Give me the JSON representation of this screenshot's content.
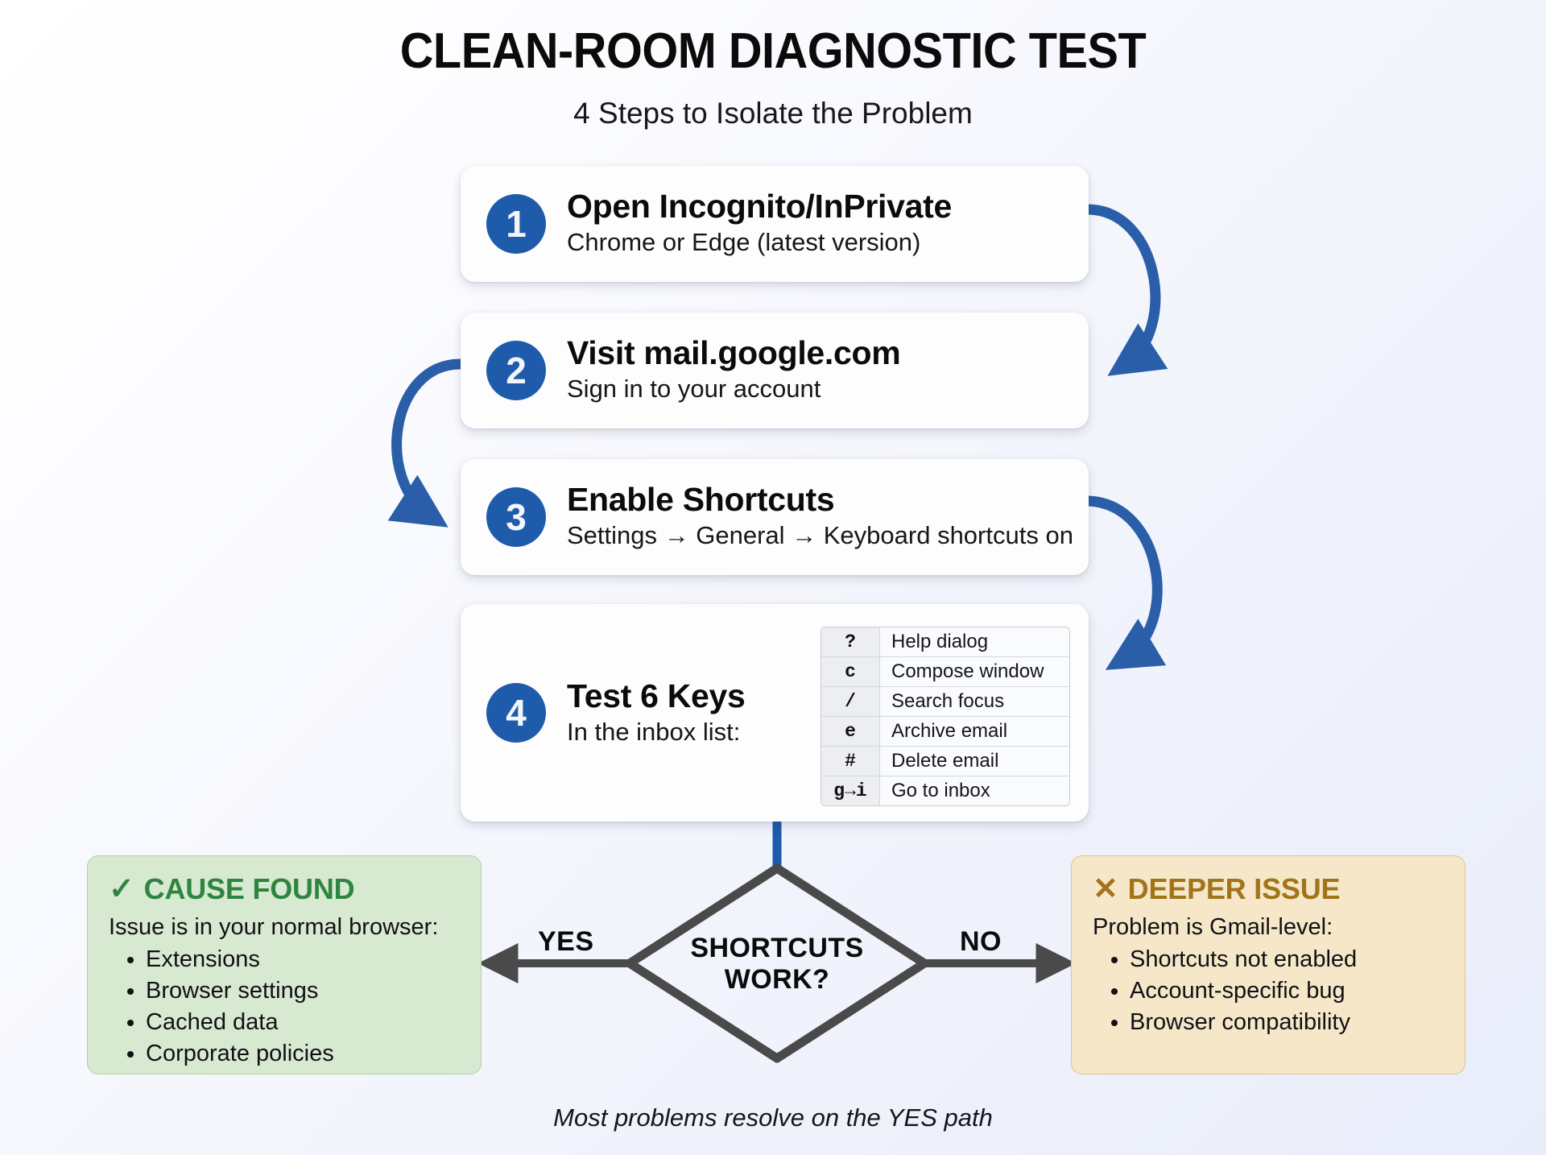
{
  "header": {
    "title": "CLEAN-ROOM DIAGNOSTIC TEST",
    "subtitle": "4 Steps to Isolate the Problem"
  },
  "steps": [
    {
      "number": "1",
      "title": "Open Incognito/InPrivate",
      "subtitle": "Chrome or Edge (latest version)"
    },
    {
      "number": "2",
      "title": "Visit mail.google.com",
      "subtitle": "Sign in to your account"
    },
    {
      "number": "3",
      "title": "Enable Shortcuts",
      "subtitle": "Settings → General → Keyboard shortcuts on"
    },
    {
      "number": "4",
      "title": "Test 6 Keys",
      "subtitle": "In the inbox list:"
    }
  ],
  "keys_table": {
    "rows": [
      {
        "key": "?",
        "action": "Help dialog"
      },
      {
        "key": "c",
        "action": "Compose window"
      },
      {
        "key": "/",
        "action": "Search focus"
      },
      {
        "key": "e",
        "action": "Archive email"
      },
      {
        "key": "#",
        "action": "Delete email"
      },
      {
        "key": "g→i",
        "action": "Go to inbox"
      }
    ]
  },
  "decision": {
    "line1": "SHORTCUTS",
    "line2": "WORK?",
    "yes_label": "YES",
    "no_label": "NO"
  },
  "outcomes": {
    "yes": {
      "mark": "✓",
      "heading": "CAUSE FOUND",
      "lead": "Issue is in your normal browser:",
      "items": [
        "Extensions",
        "Browser settings",
        "Cached data",
        "Corporate policies"
      ]
    },
    "no": {
      "mark": "✕",
      "heading": "DEEPER ISSUE",
      "lead": "Problem is Gmail-level:",
      "items": [
        "Shortcuts not enabled",
        "Account-specific bug",
        "Browser compatibility"
      ]
    }
  },
  "footnote": "Most problems resolve on the YES path",
  "colors": {
    "step_blue": "#1f5bab",
    "connector_blue": "#2a5ea8",
    "flow_gray": "#4a4a4a",
    "cause_found_green": "#2e8540",
    "deeper_issue_amber": "#a2741a",
    "green_panel_bg": "#d8e9d2",
    "amber_panel_bg": "#f6e7c9"
  }
}
